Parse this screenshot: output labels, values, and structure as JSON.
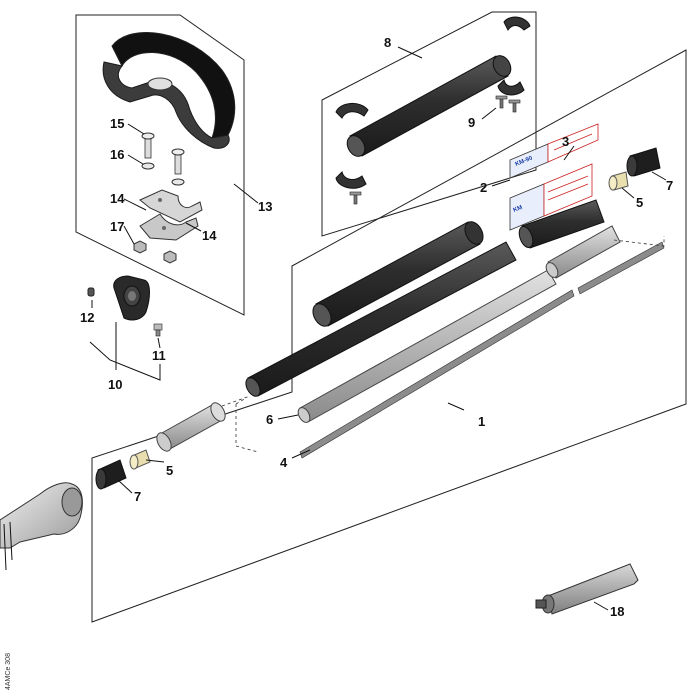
{
  "callouts": {
    "c1": "1",
    "c2": "2",
    "c3": "3",
    "c4": "4",
    "c5a": "5",
    "c5b": "5",
    "c6": "6",
    "c7a": "7",
    "c7b": "7",
    "c8": "8",
    "c9": "9",
    "c10": "10",
    "c11": "11",
    "c12": "12",
    "c13": "13",
    "c14a": "14",
    "c14b": "14",
    "c15": "15",
    "c16": "16",
    "c17": "17",
    "c18": "18"
  },
  "decal": {
    "brand_top": "KM-90",
    "brand_bottom": "KM"
  },
  "drawing_code": "4AMCe 308",
  "colors": {
    "tube_dark": "#3a3a3a",
    "tube_light": "#b9b9b9",
    "outline": "#222222"
  }
}
